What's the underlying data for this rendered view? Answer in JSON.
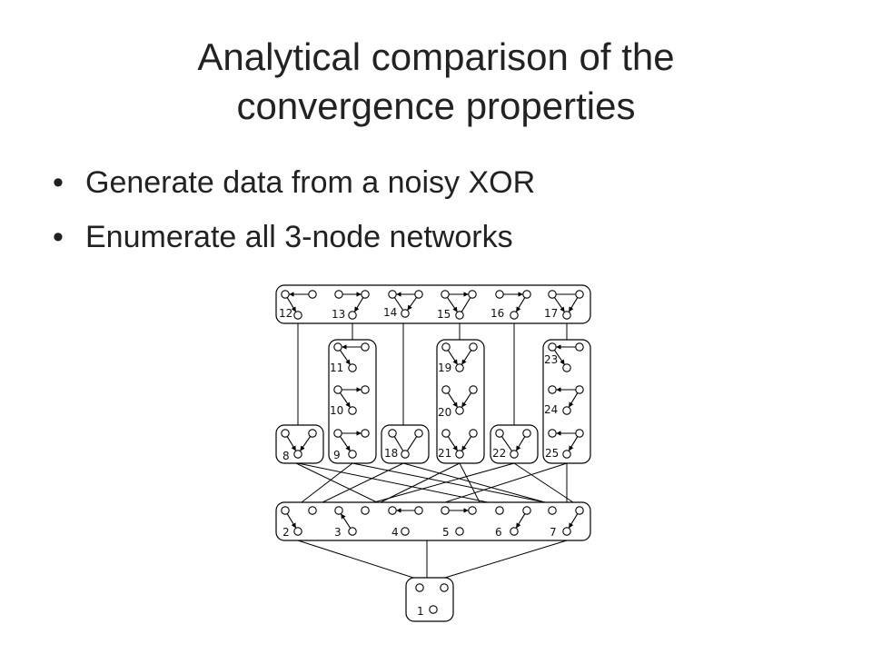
{
  "slide": {
    "title_lines": [
      "Analytical comparison of the",
      "convergence properties"
    ],
    "bullets": [
      "Generate data from a noisy XOR",
      "Enumerate all 3-node networks"
    ]
  },
  "diagram": {
    "network_labels": {
      "1": "1",
      "2": "2",
      "3": "3",
      "4": "4",
      "5": "5",
      "6": "6",
      "7": "7",
      "8": "8",
      "9": "9",
      "10": "10",
      "11": "11",
      "12": "12",
      "13": "13",
      "14": "14",
      "15": "15",
      "16": "16",
      "17": "17",
      "18": "18",
      "19": "19",
      "20": "20",
      "21": "21",
      "22": "22",
      "23": "23",
      "24": "24",
      "25": "25"
    },
    "colors": {
      "stroke": "#000000",
      "text": "#111111"
    }
  }
}
